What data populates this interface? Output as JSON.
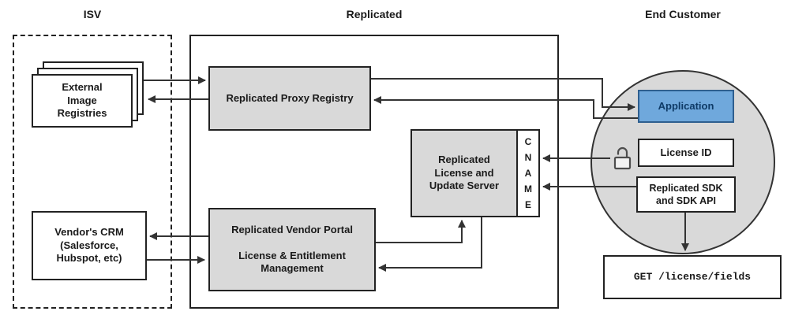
{
  "headers": {
    "isv": "ISV",
    "replicated": "Replicated",
    "end_customer": "End Customer"
  },
  "isv": {
    "registries": "External\nImage\nRegistries",
    "crm": "Vendor's CRM\n(Salesforce,\nHubspot, etc)"
  },
  "replicated": {
    "proxy_registry": "Replicated Proxy Registry",
    "license_update_server": "Replicated\nLicense and\nUpdate Server",
    "cname": "CNAME",
    "vendor_portal_title": "Replicated Vendor Portal",
    "vendor_portal_sub": "License & Entitlement\nManagement"
  },
  "end_customer": {
    "application": "Application",
    "license_id": "License ID",
    "sdk": "Replicated SDK\nand SDK API",
    "api_call": "GET /license/fields"
  },
  "colors": {
    "box_fill_gray": "#d9d9d9",
    "circle_fill": "#d9d9d9",
    "application_fill": "#6fa8dc",
    "application_border": "#2e5f8f",
    "application_text": "#0e3a66",
    "line": "#333333",
    "border": "#222222"
  }
}
